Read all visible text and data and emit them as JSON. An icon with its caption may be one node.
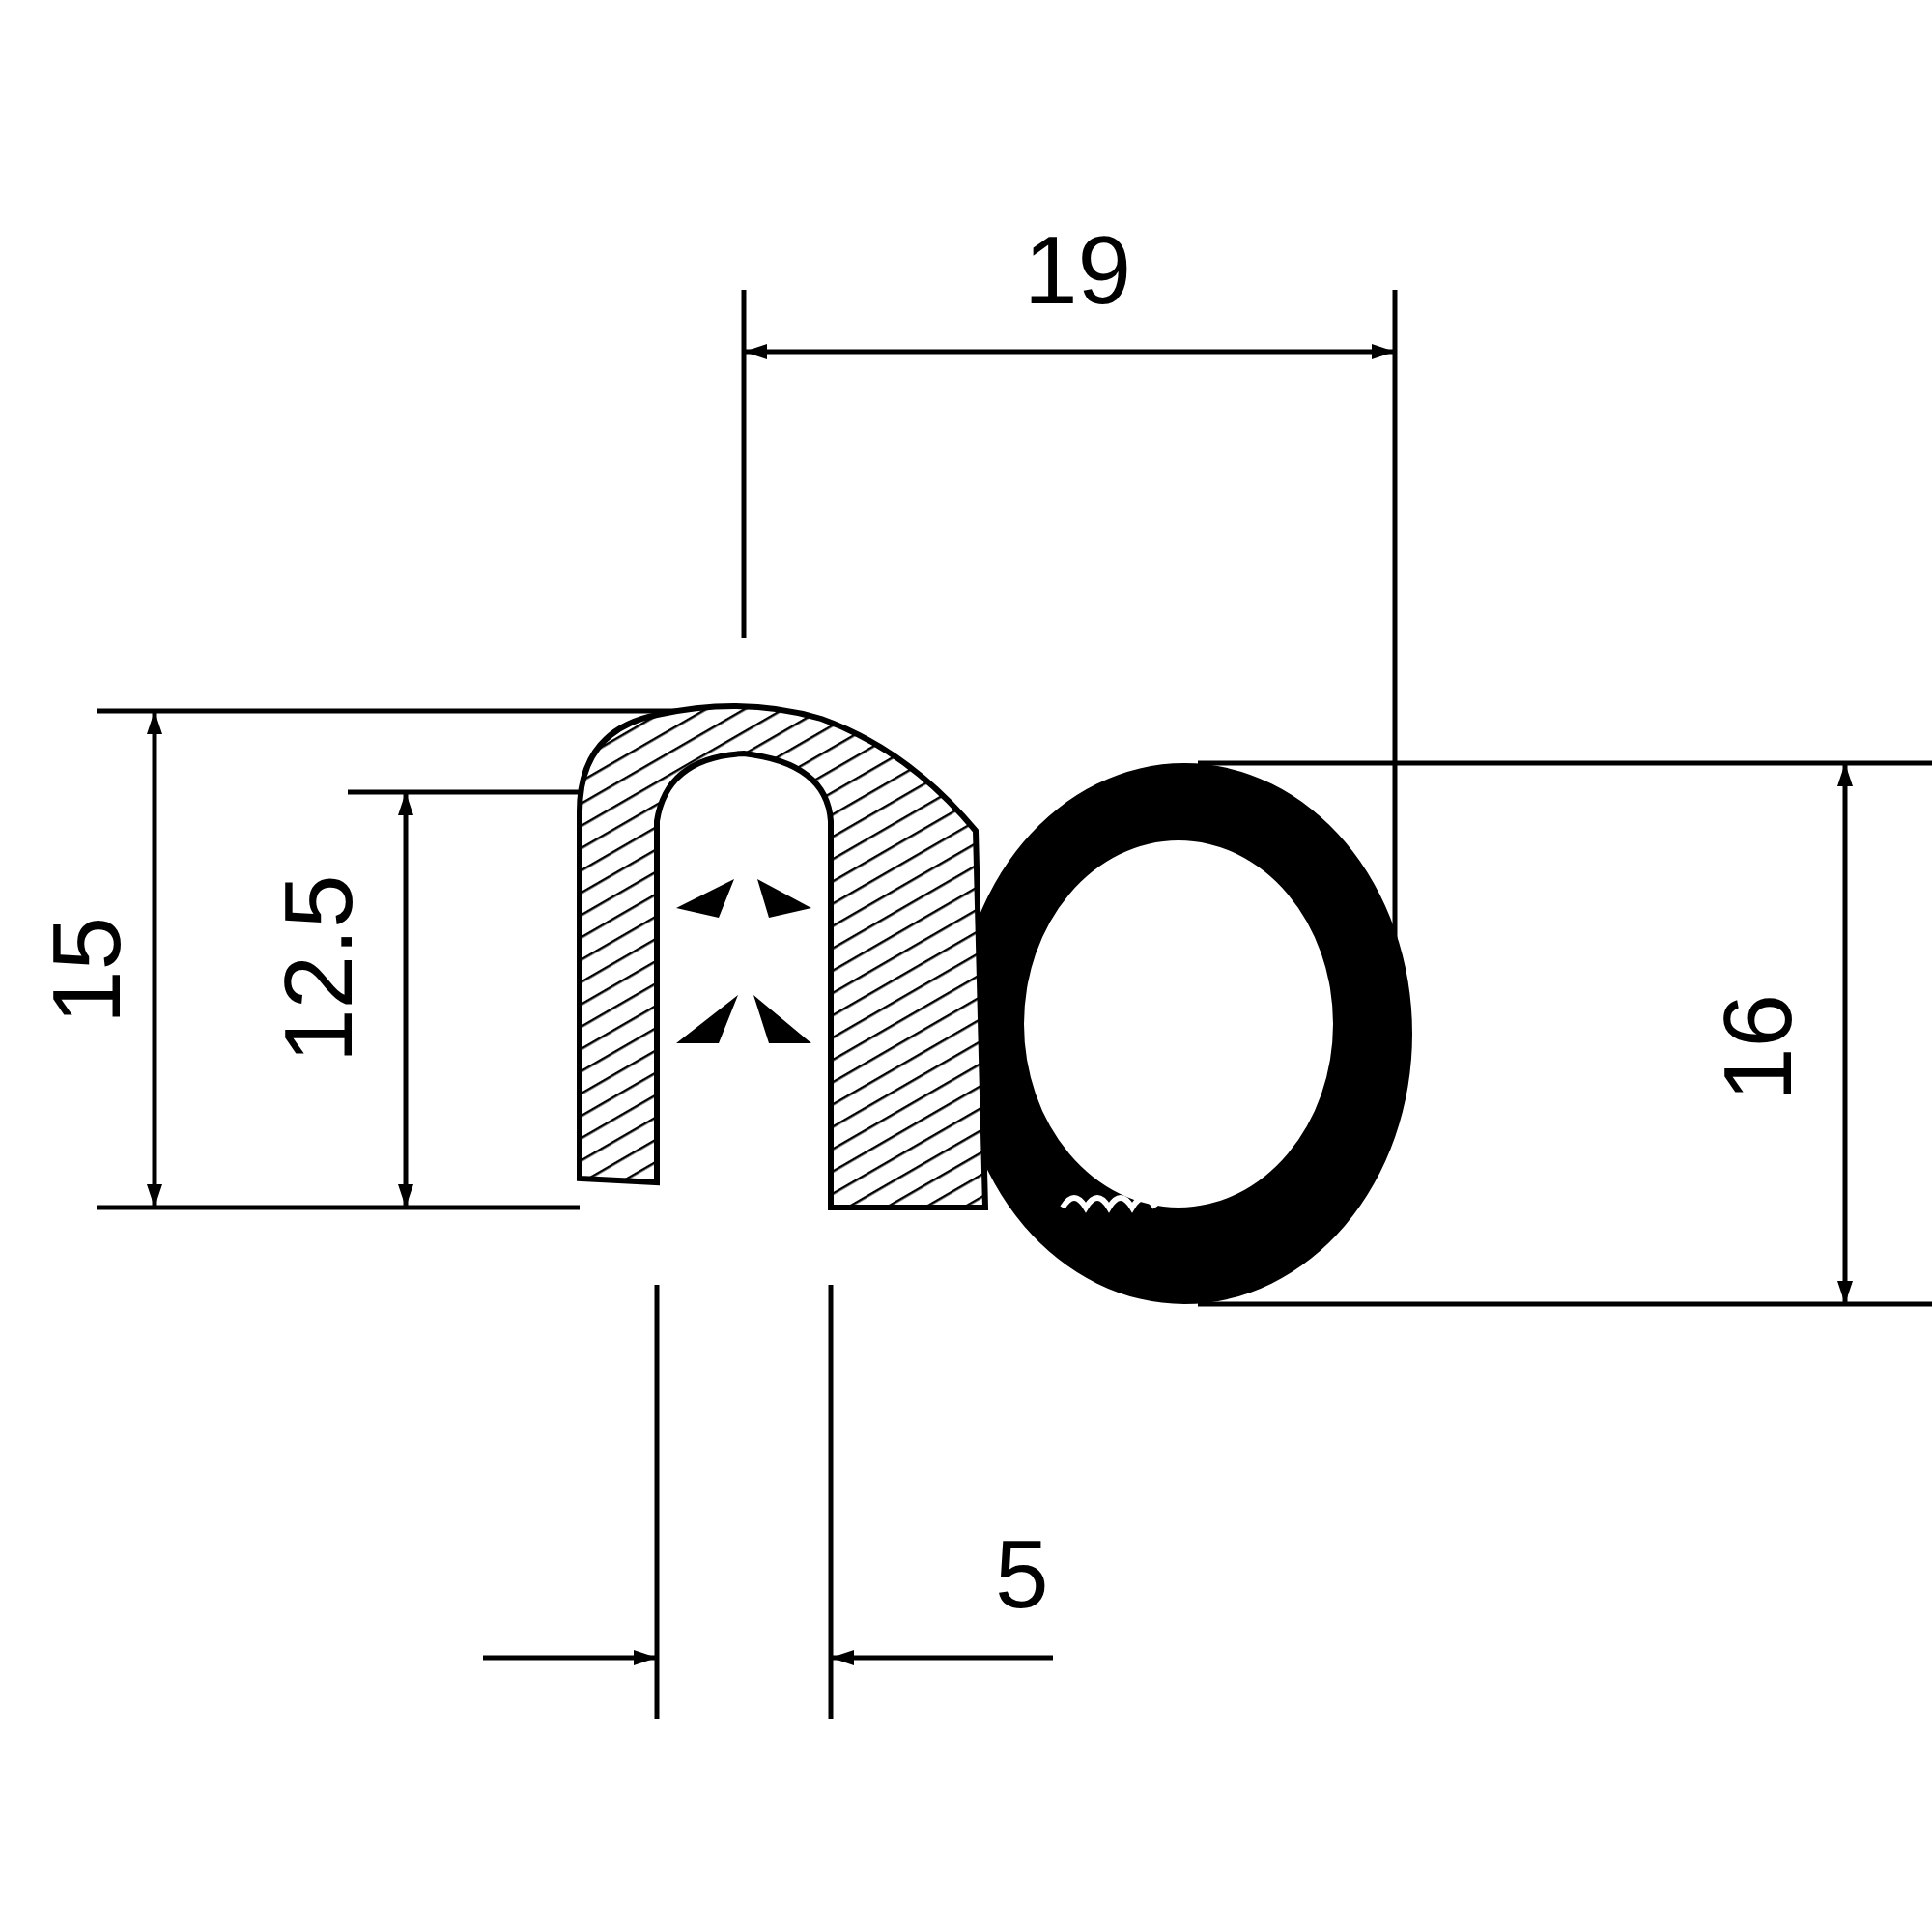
{
  "diagram": {
    "labels": [
      "19",
      "15",
      "12.5",
      "16",
      "5"
    ]
  }
}
